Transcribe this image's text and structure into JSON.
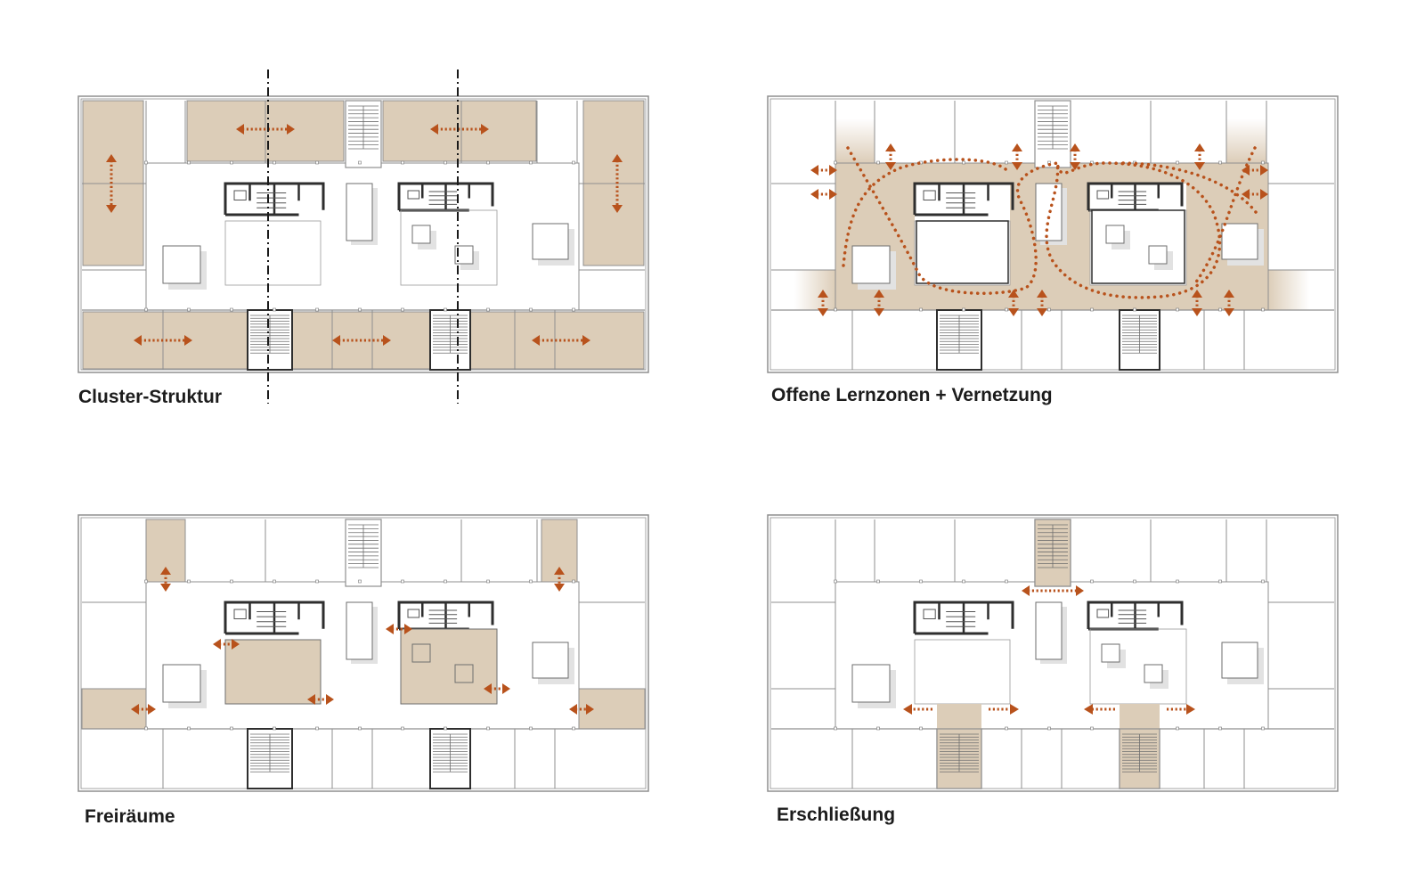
{
  "colors": {
    "fill": "#dccdb8",
    "arrow": "#b8521c",
    "wall": "#8f8f8f",
    "wall_dark": "#2e2e2e",
    "axis": "#1a1a1a",
    "shadow": "#e2e2e2"
  },
  "plans": [
    {
      "key": "cluster",
      "label": "Cluster-Struktur"
    },
    {
      "key": "lernzonen",
      "label": "Offene Lernzonen + Vernetzung"
    },
    {
      "key": "freiraeume",
      "label": "Freiräume"
    },
    {
      "key": "erschliessung",
      "label": "Erschließung"
    }
  ]
}
